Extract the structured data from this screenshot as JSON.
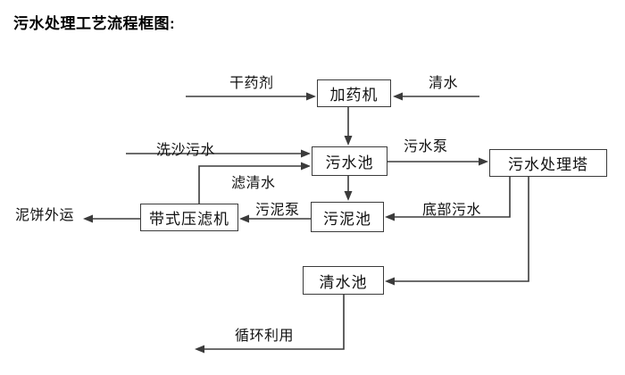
{
  "title": "污水处理工艺流程框图:",
  "colors": {
    "background": "#ffffff",
    "line": "#3b3b3b",
    "text": "#000000"
  },
  "nodes": [
    {
      "id": "dosing-machine",
      "label": "加药机"
    },
    {
      "id": "sewage-pool",
      "label": "污水池"
    },
    {
      "id": "treatment-tower",
      "label": "污水处理塔"
    },
    {
      "id": "sludge-pool",
      "label": "污泥池"
    },
    {
      "id": "belt-filter-press",
      "label": "带式压滤机"
    },
    {
      "id": "clean-water-pool",
      "label": "清水池"
    }
  ],
  "edges": [
    {
      "id": "dry-agent",
      "label": "干药剂",
      "from": "external",
      "to": "加药机"
    },
    {
      "id": "clean-water-in",
      "label": "清水",
      "from": "external",
      "to": "加药机"
    },
    {
      "id": "dosing-to-sewage",
      "label": "",
      "from": "加药机",
      "to": "污水池"
    },
    {
      "id": "sand-washing-sewage",
      "label": "洗沙污水",
      "from": "external",
      "to": "污水池"
    },
    {
      "id": "filtered-water",
      "label": "滤清水",
      "from": "带式压滤机",
      "to": "污水池"
    },
    {
      "id": "sewage-pump",
      "label": "污水泵",
      "from": "污水池",
      "to": "污水处理塔"
    },
    {
      "id": "sewage-to-sludge",
      "label": "",
      "from": "污水池",
      "to": "污泥池"
    },
    {
      "id": "bottom-sewage",
      "label": "底部污水",
      "from": "污水处理塔",
      "to": "污泥池"
    },
    {
      "id": "sludge-pump",
      "label": "污泥泵",
      "from": "污泥池",
      "to": "带式压滤机"
    },
    {
      "id": "mud-cake-out",
      "label": "泥饼外运",
      "from": "带式压滤机",
      "to": "external"
    },
    {
      "id": "tower-to-clean",
      "label": "",
      "from": "污水处理塔",
      "to": "清水池"
    },
    {
      "id": "recycle-use",
      "label": "循环利用",
      "from": "清水池",
      "to": "external"
    }
  ]
}
